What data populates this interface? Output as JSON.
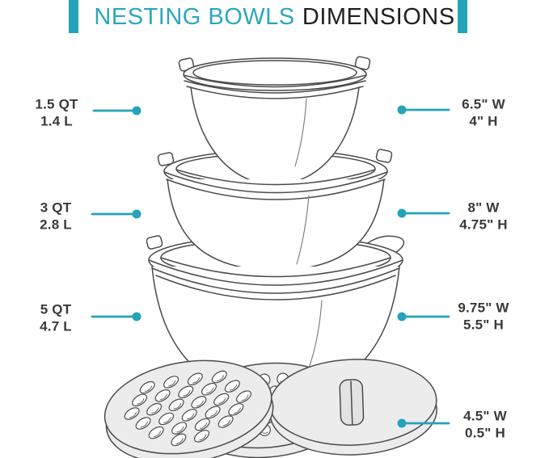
{
  "title": {
    "highlight": "NESTING BOWLS",
    "rest": "DIMENSIONS"
  },
  "colors": {
    "accent": "#25a3b9",
    "title_teal": "#2ba7bd",
    "title_dark": "#1f1f1f",
    "label_text": "#3a3a3a",
    "line_art": "#4b4b4b",
    "disc_fill": "#ececec",
    "background": "#ffffff"
  },
  "capacity_labels": [
    {
      "quarts": "1.5 QT",
      "liters": "1.4 L"
    },
    {
      "quarts": "3 QT",
      "liters": "2.8 L"
    },
    {
      "quarts": "5 QT",
      "liters": "4.7 L"
    }
  ],
  "dimension_labels": [
    {
      "width": "6.5\" W",
      "height": "4\" H"
    },
    {
      "width": "8\" W",
      "height": "4.75\" H"
    },
    {
      "width": "9.75\" W",
      "height": "5.5\" H"
    },
    {
      "width": "4.5\" W",
      "height": "0.5\" H"
    }
  ],
  "illustration": {
    "parts": [
      {
        "name": "small-bowl-illustration",
        "label": "1.5 QT lidded mixing bowl"
      },
      {
        "name": "medium-bowl-illustration",
        "label": "3 QT lidded mixing bowl"
      },
      {
        "name": "large-bowl-illustration",
        "label": "5 QT lidded mixing bowl with pour spout"
      },
      {
        "name": "slicing-disc-illustration",
        "label": "slicing grater disc"
      },
      {
        "name": "grating-disc-illustration",
        "label": "round-hole grater disc"
      },
      {
        "name": "slot-disc-illustration",
        "label": "slicer slot disc"
      }
    ]
  }
}
